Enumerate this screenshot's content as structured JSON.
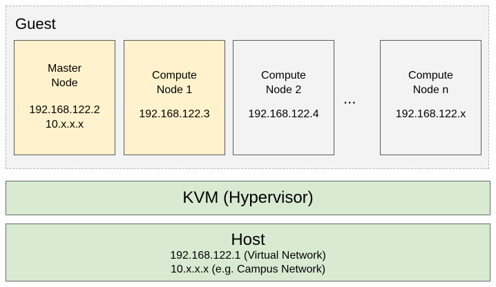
{
  "guest": {
    "title": "Guest",
    "nodes": [
      {
        "name_line1": "Master",
        "name_line2": "Node",
        "ip1": "192.168.122.2",
        "ip2": "10.x.x.x"
      },
      {
        "name_line1": "Compute",
        "name_line2": "Node 1",
        "ip1": "192.168.122.3"
      },
      {
        "name_line1": "Compute",
        "name_line2": "Node 2",
        "ip1": "192.168.122.4"
      },
      {
        "name_line1": "Compute",
        "name_line2": "Node n",
        "ip1": "192.168.122.x"
      }
    ],
    "ellipsis": "..."
  },
  "hypervisor": {
    "label": "KVM (Hypervisor)"
  },
  "host": {
    "title": "Host",
    "line1": "192.168.122.1 (Virtual Network)",
    "line2": "10.x.x.x (e.g. Campus Network)"
  },
  "colors": {
    "guest_background": "#f3f3f3",
    "highlighted_node": "#fff2cc",
    "plain_node": "#f3f3f3",
    "layer_background": "#d9ead3"
  }
}
